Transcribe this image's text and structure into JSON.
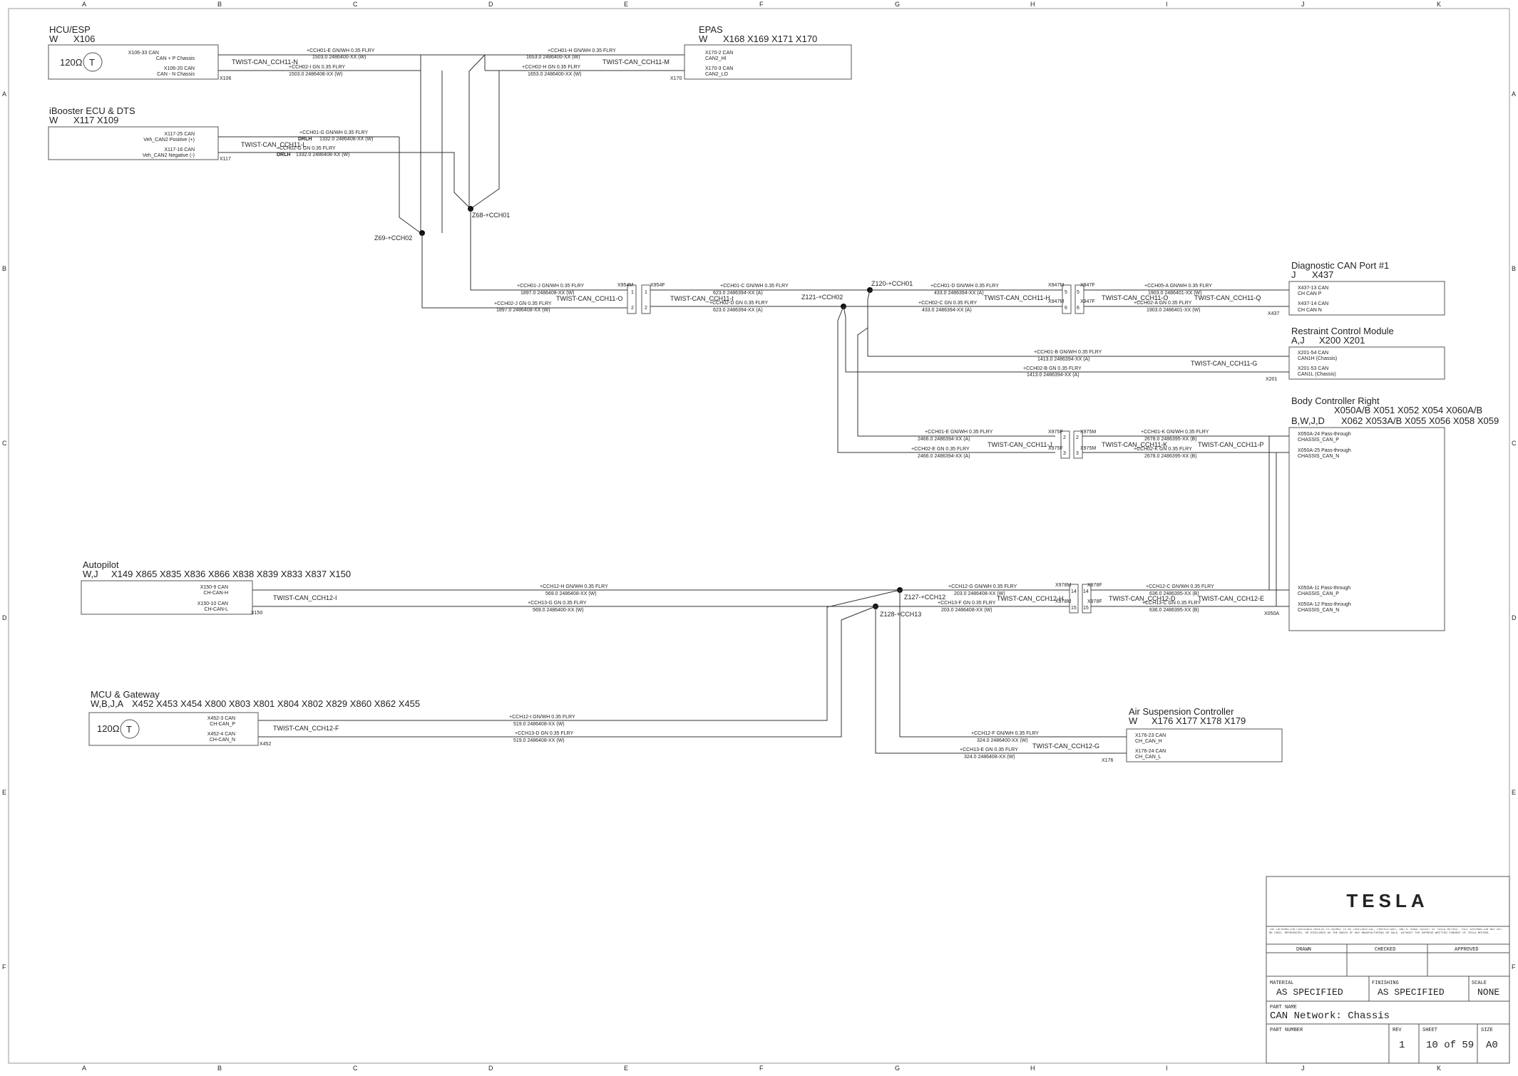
{
  "grid": {
    "cols": [
      "A",
      "B",
      "C",
      "D",
      "E",
      "F",
      "G",
      "H",
      "I",
      "J",
      "K"
    ],
    "rows": [
      "A",
      "B",
      "C",
      "D",
      "E",
      "F"
    ]
  },
  "modules": {
    "hcu": {
      "title": "HCU/ESP",
      "code": "W",
      "conns": "X106",
      "term": "120Ω",
      "term_letter": "T",
      "pin1": "X106-33 CAN",
      "pin1d": "CAN + P Chassis",
      "pin2": "X106-20 CAN",
      "pin2d": "CAN - N Chassis",
      "tag": "X106"
    },
    "epas": {
      "title": "EPAS",
      "code": "W",
      "conns": "X168  X169  X171  X170",
      "pin1": "X170-2 CAN",
      "pin1d": "CAN2_HI",
      "pin2": "X170-3 CAN",
      "pin2d": "CAN2_LO",
      "tag": "X170"
    },
    "ibooster": {
      "title": "iBooster ECU & DTS",
      "code": "W",
      "conns": "X117  X109",
      "pin1": "X117-25 CAN",
      "pin1d": "Veh_CAN2 Positive (+)",
      "pin2": "X117-16 CAN",
      "pin2d": "Veh_CAN2 Negative (-)",
      "tag": "X117"
    },
    "diag": {
      "title": "Diagnostic CAN Port #1",
      "code": "J",
      "conns": "X437",
      "pin1": "X437-13 CAN",
      "pin1d": "CH CAN P",
      "pin2": "X437-14 CAN",
      "pin2d": "CH CAN N",
      "tag": "X437"
    },
    "rcm": {
      "title": "Restraint Control Module",
      "code": "A,J",
      "conns": "X200  X201",
      "pin1": "X201-54 CAN",
      "pin1d": "CAN1H (Chassis)",
      "pin2": "X201-53 CAN",
      "pin2d": "CAN1L (Chassis)",
      "tag": "X201"
    },
    "bcr": {
      "title": "Body Controller Right",
      "code": "B,W,J,D",
      "conns1": "X050A/B  X051  X052  X054  X060A/B",
      "conns2": "X062  X053A/B  X055  X056  X058  X059",
      "pin1": "X050A-24 Pass-through",
      "pin1d": "CHASSIS_CAN_P",
      "pin2": "X050A-25 Pass-through",
      "pin2d": "CHASSIS_CAN_N",
      "pin3": "X050A-11 Pass-through",
      "pin3d": "CHASSIS_CAN_P",
      "pin4": "X050A-12 Pass-through",
      "pin4d": "CHASSIS_CAN_N",
      "tag": "X050A"
    },
    "autopilot": {
      "title": "Autopilot",
      "code": "W,J",
      "conns": "X149  X865  X835  X836  X866  X838  X839  X833  X837  X150",
      "pin1": "X150-9 CAN",
      "pin1d": "CH-CAN-H",
      "pin2": "X150-10 CAN",
      "pin2d": "CH-CAN-L",
      "tag": "X150"
    },
    "mcu": {
      "title": "MCU & Gateway",
      "code": "W,B,J,A",
      "conns": "X452  X453  X454  X800  X803  X801  X804  X802  X829  X860  X862  X455",
      "term": "120Ω",
      "term_letter": "T",
      "pin1": "X452-3 CAN",
      "pin1d": "CH-CAN_P",
      "pin2": "X452-4 CAN",
      "pin2d": "CH-CAN_N",
      "tag": "X452"
    },
    "asc": {
      "title": "Air Suspension Controller",
      "code": "W",
      "conns": "X176  X177  X178  X179",
      "pin1": "X176-23 CAN",
      "pin1d": "CH_CAN_H",
      "pin2": "X176-24 CAN",
      "pin2d": "CH_CAN_L",
      "tag": "X176"
    }
  },
  "twists": {
    "n": "TWIST-CAN_CCH11-N",
    "m": "TWIST-CAN_CCH11-M",
    "l": "TWIST-CAN_CCH11-L",
    "o": "TWIST-CAN_CCH11-O",
    "i": "TWIST-CAN_CCH11-I",
    "h": "TWIST-CAN_CCH11-H",
    "q": "TWIST-CAN_CCH11-Q",
    "g": "TWIST-CAN_CCH11-G",
    "j": "TWIST-CAN_CCH11-J",
    "k": "TWIST-CAN_CCH11-K",
    "p": "TWIST-CAN_CCH11-P",
    "i12": "TWIST-CAN_CCH12-I",
    "h12": "TWIST-CAN_CCH12-H",
    "d12": "TWIST-CAN_CCH12-D",
    "e12": "TWIST-CAN_CCH12-E",
    "f12": "TWIST-CAN_CCH12-F",
    "g12": "TWIST-CAN_CCH12-G"
  },
  "wires": {
    "w1a": "+CCH01-E   GN/WH   0.35   FLRY",
    "w1b": "1503.0   2486400-XX (W)",
    "w1c": "+CCH02-I   GN   0.35   FLRY",
    "w1d": "1503.0   2486408-XX (W)",
    "w2a": "+CCH01-H   GN/WH   0.35   FLRY",
    "w2b": "1653.0   2486400-XX (W)",
    "w2c": "+CCH02-H   GN   0.35   FLRY",
    "w2d": "1653.0   2486400-XX (W)",
    "w3a": "+CCH01-G   GN/WH   0.35   FLRY",
    "w3b": "1332.0   2486408-XX (W)",
    "w3c": "+CCH02-G   GN   0.35   FLRY",
    "w3d": "1332.0   2486408-XX (W)",
    "drlh": "DRLH",
    "w4a": "+CCH01-J   GN/WH   0.35   FLRY",
    "w4b": "1897.0   2486408-XX (W)",
    "w4c": "+CCH02-J   GN   0.35   FLRY",
    "w4d": "1897.0   2486408-XX (W)",
    "w5a": "+CCH01-C   GN/WH   0.35   FLRY",
    "w5b": "623.0   2486394-XX (A)",
    "w5c": "+CCH02-D   GN   0.35   FLRY",
    "w5d": "623.0   2486394-XX (A)",
    "w6a": "+CCH01-D   GN/WH   0.35   FLRY",
    "w6b": "433.0   2486394-XX (A)",
    "w6c": "+CCH02-C   GN   0.35   FLRY",
    "w6d": "433.0   2486394-XX (A)",
    "w7a": "+CCH05-A   GN/WH   0.35   FLRY",
    "w7b": "1903.0   2486401-XX (W)",
    "w7c": "+CCH02-A   GN   0.35   FLRY",
    "w7d": "1903.0   2486401-XX (W)",
    "w8a": "+CCH01-B   GN/WH   0.35   FLRY",
    "w8b": "1413.0   2486394-XX (A)",
    "w8c": "+CCH02-B   GN   0.35   FLRY",
    "w8d": "1413.0   2486394-XX (A)",
    "w9a": "+CCH01-E   GN/WH   0.35   FLRY",
    "w9b": "2466.0   2486394-XX (A)",
    "w9c": "+CCH02-E   GN   0.35   FLRY",
    "w9d": "2466.0   2486394-XX (A)",
    "w10a": "+CCH01-K   GN/WH   0.35   FLRY",
    "w10b": "2678.0   2486395-XX (B)",
    "w10c": "+CCH02-K   GN   0.35   FLRY",
    "w10d": "2678.0   2486395-XX (B)",
    "w11a": "+CCH12-H   GN/WH   0.35   FLRY",
    "w11b": "569.0   2486408-XX (W)",
    "w11c": "+CCH13-G   GN   0.35   FLRY",
    "w11d": "569.0   2486400-XX (W)",
    "w12a": "+CCH12-G   GN/WH   0.35   FLRY",
    "w12b": "203.0   2486408-XX (W)",
    "w12c": "+CCH13-F   GN   0.35   FLRY",
    "w12d": "203.0   2486408-XX (W)",
    "w13a": "+CCH12-C   GN/WH   0.35   FLRY",
    "w13b": "636.0   2486395-XX (B)",
    "w13c": "+CCH13-C   GN   0.35   FLRY",
    "w13d": "636.0   2486395-XX (B)",
    "w14a": "+CCH12-I   GN/WH   0.35   FLRY",
    "w14b": "519.0   2486408-XX (W)",
    "w14c": "+CCH13-D   GN   0.35   FLRY",
    "w14d": "519.0   2486408-XX (W)",
    "w15a": "+CCH12-F   GN/WH   0.35   FLRY",
    "w15b": "324.0   2486400-XX (W)",
    "w15c": "+CCH13-E   GN   0.35   FLRY",
    "w15d": "324.0   2486408-XX (W)"
  },
  "splices": {
    "z68": "Z68-+CCH01",
    "z69": "Z69-+CCH02",
    "z120": "Z120-+CCH01",
    "z121": "Z121-+CCH02",
    "z127": "Z127-+CCH12",
    "z128": "Z128-+CCH13"
  },
  "inline": {
    "x954m": "X954M",
    "x954f": "X954F",
    "x947m": "X947M",
    "x947f": "X947F",
    "x975f": "X975F",
    "x975m": "X975M",
    "x978m": "X978M",
    "x978f": "X978F",
    "p1": "1",
    "p2": "2",
    "p3": "3",
    "p5": "5",
    "p6": "6",
    "p14": "14",
    "p15": "15"
  },
  "titleblock": {
    "logo": "TESLA",
    "notice": "THE INFORMATION CONTAINED HEREIN IS DEEMED TO BE CONFIDENTIAL, PROPRIETARY, AND A TRADE SECRET OF TESLA MOTORS. THIS INFORMATION MAY NOT BE USED, REPRODUCED, OR DISCLOSED AS THE BASIS OF ANY MANUFACTURING OR SALE, WITHOUT THE EXPRESS WRITTEN CONSENT OF TESLA MOTORS.",
    "drawn": "DRAWN",
    "checked": "CHECKED",
    "approved": "APPROVED",
    "material_label": "MATERIAL",
    "material": "AS SPECIFIED",
    "finishing_label": "FINISHING",
    "finishing": "AS SPECIFIED",
    "scale_label": "SCALE",
    "scale": "NONE",
    "partname_label": "PART NAME",
    "partname": "CAN Network: Chassis",
    "partnumber_label": "PART NUMBER",
    "rev_label": "REV",
    "rev": "1",
    "sheet_label": "SHEET",
    "sheet": "10 of 59",
    "size_label": "SIZE",
    "size": "A0"
  }
}
